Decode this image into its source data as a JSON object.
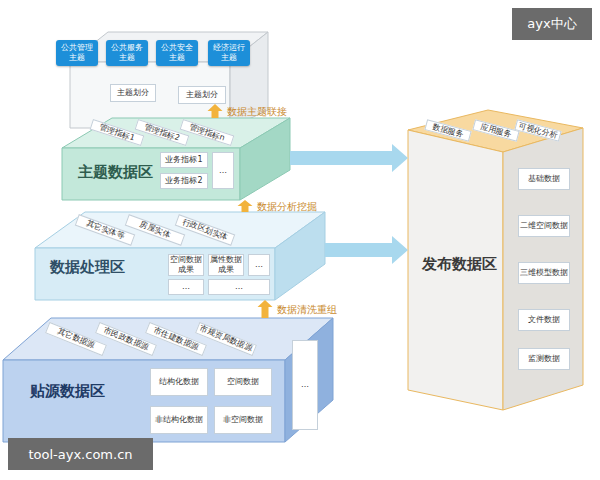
{
  "diagram": {
    "nodes": [
      {
        "text": [
          "公共管理主题"
        ]
      },
      {
        "text": [
          "公共服务主题"
        ]
      },
      {
        "text": [
          "公共安全主题"
        ]
      },
      {
        "text": [
          "经济运行主题"
        ]
      },
      {
        "text": [
          "主题划分"
        ]
      },
      {
        "text": [
          "主题划分"
        ]
      },
      {
        "text": [
          "主题数据区"
        ]
      },
      {
        "text": [
          "管理指标1"
        ],
        "in": 6
      },
      {
        "text": [
          "管理指标2"
        ],
        "in": 6
      },
      {
        "text": [
          "管理指标n"
        ],
        "in": 6
      },
      {
        "text": [
          "业务指标1"
        ],
        "in": 6
      },
      {
        "text": [
          "业务指标2"
        ],
        "in": 6
      },
      {
        "text": [
          "…"
        ],
        "in": 6
      },
      {
        "text": [
          "数据处理区"
        ]
      },
      {
        "text": [
          "其它实体等"
        ],
        "in": 13
      },
      {
        "text": [
          "房屋实体"
        ],
        "in": 13
      },
      {
        "text": [
          "行政区划实体"
        ],
        "in": 13
      },
      {
        "text": [
          "空间数据成果"
        ],
        "in": 13
      },
      {
        "text": [
          "属性数据成果"
        ],
        "in": 13
      },
      {
        "text": [
          "…"
        ],
        "in": 13
      },
      {
        "text": [
          "…"
        ],
        "in": 13
      },
      {
        "text": [
          "…"
        ],
        "in": 13
      },
      {
        "text": [
          "贴源数据区"
        ]
      },
      {
        "text": [
          "其它数据源"
        ],
        "in": 22
      },
      {
        "text": [
          "市民政数据源"
        ],
        "in": 22
      },
      {
        "text": [
          "市住建数据源"
        ],
        "in": 22
      },
      {
        "text": [
          "市规资局数据源"
        ],
        "in": 22
      },
      {
        "text": [
          "结构化数据"
        ],
        "in": 22
      },
      {
        "text": [
          "空间数据"
        ],
        "in": 22
      },
      {
        "text": [
          "非结构化数据"
        ],
        "in": 22
      },
      {
        "text": [
          "非空间数据"
        ],
        "in": 22
      },
      {
        "text": [
          "…"
        ],
        "in": 22
      },
      {
        "text": [
          "发布数据区"
        ]
      },
      {
        "text": [
          "数据服务"
        ],
        "in": 32
      },
      {
        "text": [
          "应用服务"
        ],
        "in": 32
      },
      {
        "text": [
          "可视化分析"
        ],
        "in": 32
      },
      {
        "text": [
          "基础数据"
        ],
        "in": 32
      },
      {
        "text": [
          "二维空间数据"
        ],
        "in": 32
      },
      {
        "text": [
          "三维模型数据"
        ],
        "in": 32
      },
      {
        "text": [
          "文件数据"
        ],
        "in": 32
      },
      {
        "text": [
          "监测数据"
        ],
        "in": 32
      }
    ],
    "edges": [
      {
        "from": 22,
        "to": 13,
        "label": "数据清洗重组",
        "arrow": "to"
      },
      {
        "from": 13,
        "to": 6,
        "label": "数据分析挖掘",
        "arrow": "to"
      },
      {
        "from": 6,
        "to": 5,
        "label": "数据主题联接",
        "arrow": "to"
      },
      {
        "from": 6,
        "to": 32,
        "arrow": "to"
      },
      {
        "from": 13,
        "to": 32,
        "arrow": "to"
      }
    ],
    "labels": [
      "ayx中心",
      "tool-ayx.com.cn"
    ]
  }
}
